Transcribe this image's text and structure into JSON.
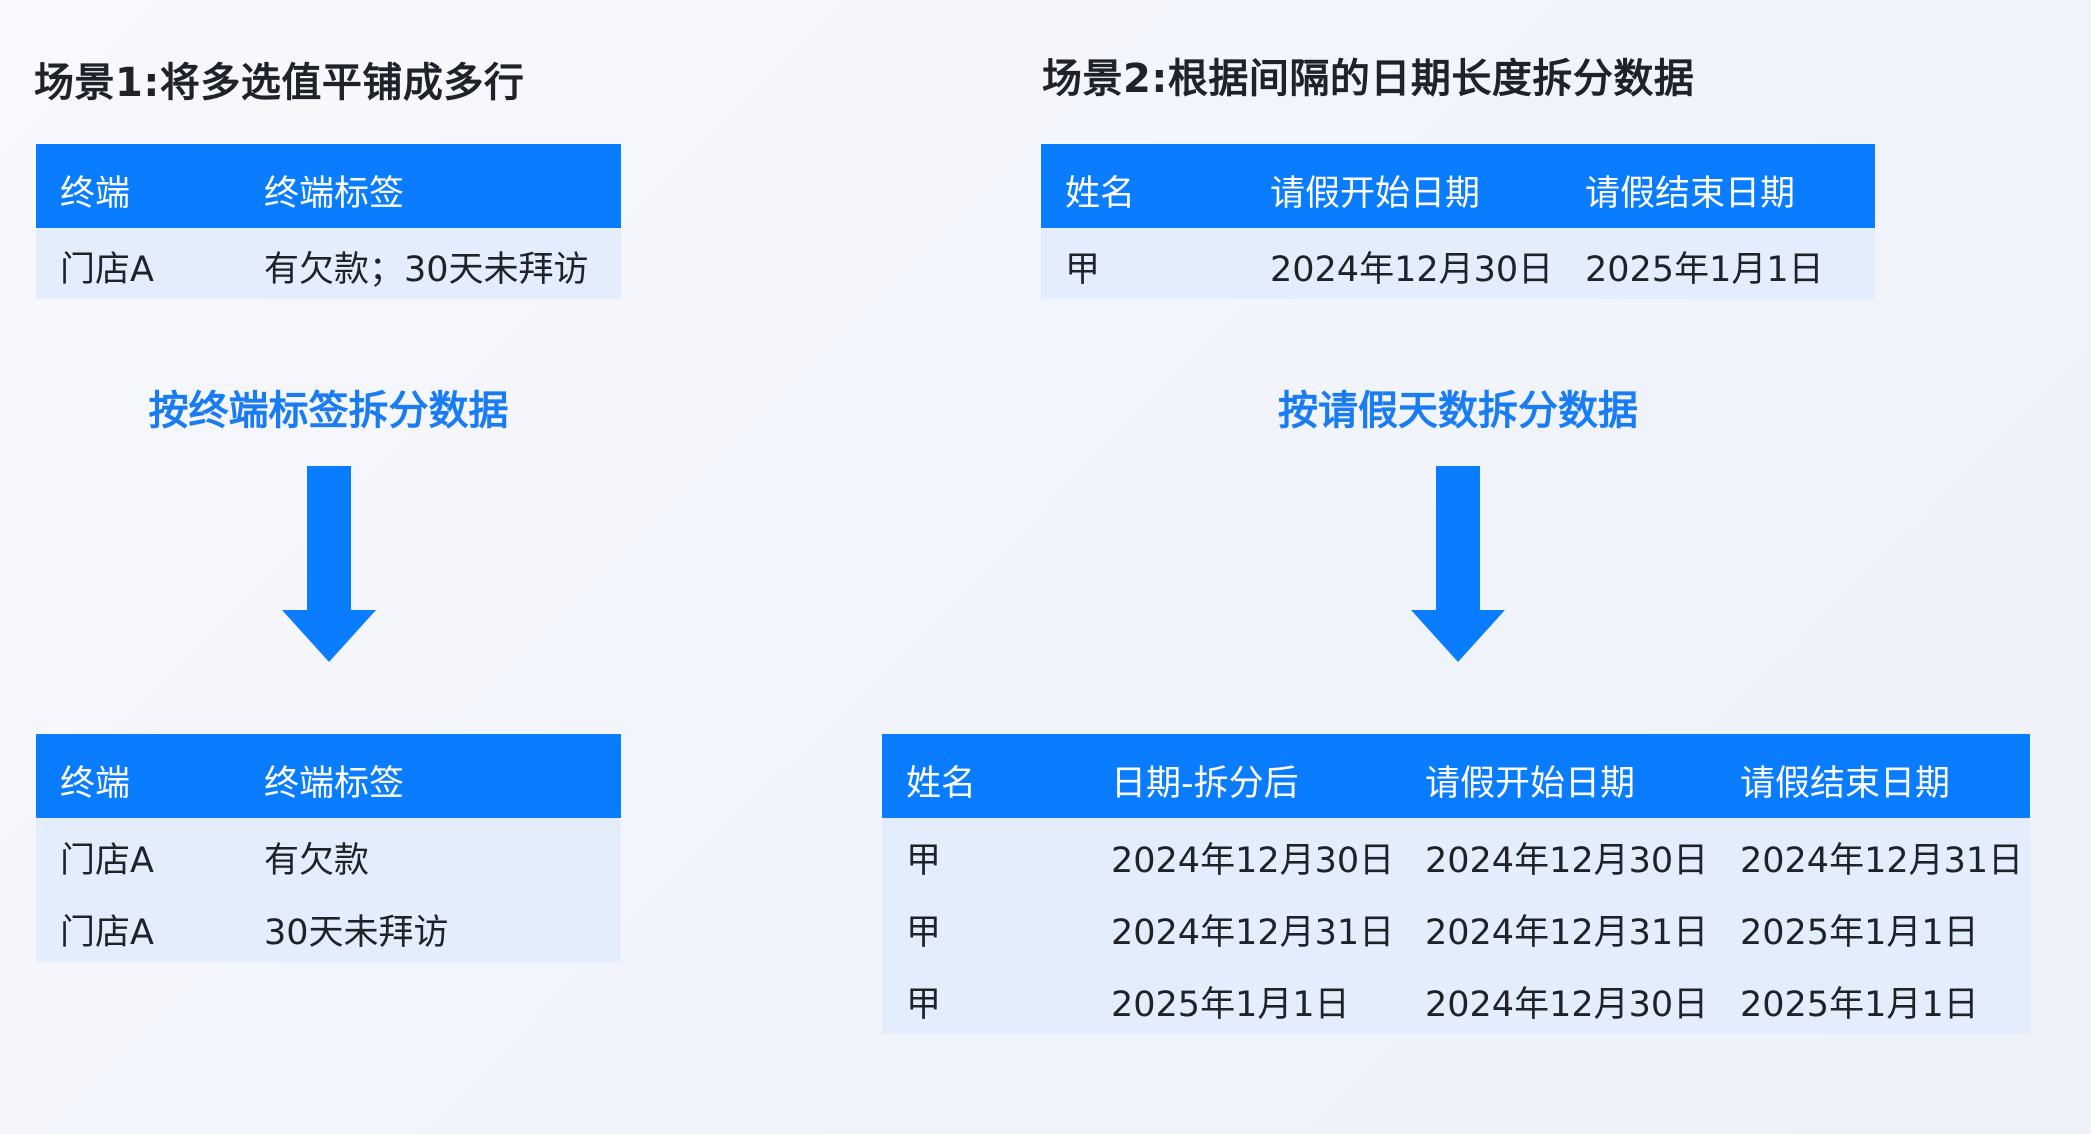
{
  "scenario1": {
    "title": "场景1:将多选值平铺成多行",
    "source_table": {
      "headers": [
        "终端",
        "终端标签"
      ],
      "rows": [
        [
          "门店A",
          "有欠款；30天未拜访"
        ]
      ]
    },
    "caption": "按终端标签拆分数据",
    "result_table": {
      "headers": [
        "终端",
        "终端标签"
      ],
      "rows": [
        [
          "门店A",
          "有欠款"
        ],
        [
          "门店A",
          "30天未拜访"
        ]
      ]
    }
  },
  "scenario2": {
    "title": "场景2:根据间隔的日期长度拆分数据",
    "source_table": {
      "headers": [
        "姓名",
        "请假开始日期",
        "请假结束日期"
      ],
      "rows": [
        [
          "甲",
          "2024年12月30日",
          "2025年1月1日"
        ]
      ]
    },
    "caption": "按请假天数拆分数据",
    "result_table": {
      "headers": [
        "姓名",
        "日期-拆分后",
        "请假开始日期",
        "请假结束日期"
      ],
      "rows": [
        [
          "甲",
          "2024年12月30日",
          "2024年12月30日",
          "2024年12月31日"
        ],
        [
          "甲",
          "2024年12月31日",
          "2024年12月31日",
          "2025年1月1日"
        ],
        [
          "甲",
          "2025年1月1日",
          "2024年12月30日",
          "2025年1月1日"
        ]
      ]
    }
  },
  "colors": {
    "header_blue": "#0a7cff",
    "row_fill": "#e3edfb",
    "caption_blue": "#1a7cf2",
    "arrow_blue": "#0a7cff"
  },
  "icons": [
    "arrow-down-icon",
    "arrow-down-icon"
  ]
}
